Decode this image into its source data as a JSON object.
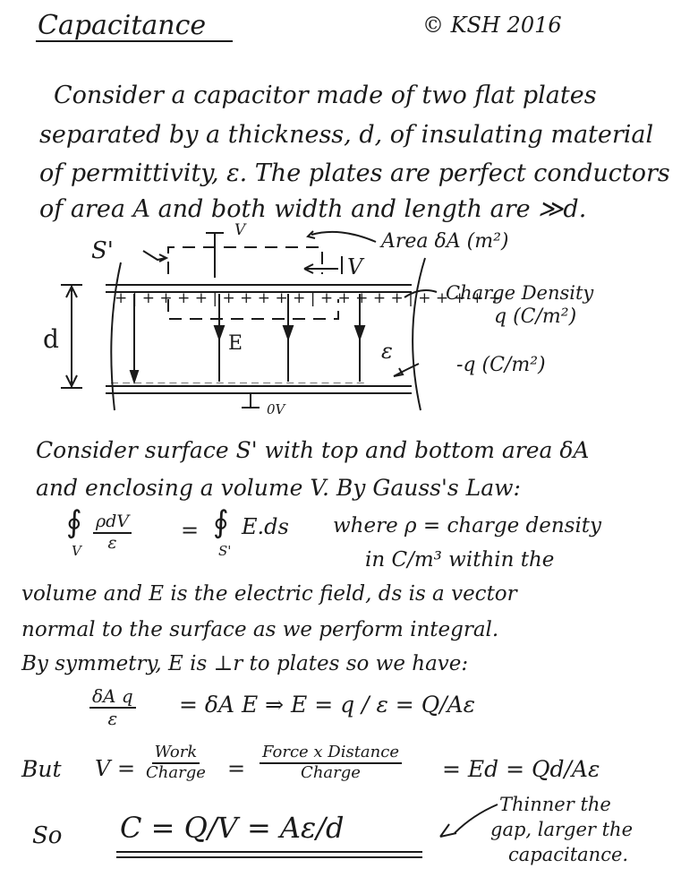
{
  "header": {
    "title": "Capacitance",
    "copyright": "© KSH 2016"
  },
  "intro": {
    "lines": [
      "Consider a capacitor made of two flat plates",
      "separated by a thickness, d, of insulating material",
      "of permittivity, ε. The plates are perfect conductors",
      "of area A and both width and length are ≫d."
    ]
  },
  "diagram": {
    "surface_label": "S'",
    "voltage_top": "V",
    "area_label": "Area δA (m²)",
    "volume_label": "V",
    "charge_density_label": "Charge Density",
    "charge_density_value": "q (C/m²)",
    "gap_label": "d",
    "field_label": "E",
    "permittivity_label": "ε",
    "bottom_charge_label": "-q (C/m²)",
    "bottom_voltage": "0V",
    "plus_signs": "+ | + + + + | + + + + + | + + + + + | + + + + +",
    "minus_signs": "_ _ _ _ _ _ _ _ _ _ _ _ _ _ _ _ _ _ _ _ _ _"
  },
  "gauss": {
    "line1": "Consider surface S' with top and bottom area δA",
    "line2": "and enclosing a volume V. By Gauss's Law:",
    "lhs_num": "ρdV",
    "lhs_den": "ε",
    "oint_sub_v": "V",
    "equals": "=",
    "rhs": "E.ds",
    "oint_sub_s": "S'",
    "where": "where ρ = charge density",
    "where2": "in C/m³ within the",
    "line3": "volume and E is the electric field, ds is a vector",
    "line4": "normal to the surface as we perform integral.",
    "line5": "By symmetry, E is ⊥r to plates so we have:"
  },
  "equations": {
    "eq1_num": "δA q",
    "eq1_den": "ε",
    "eq1_rest": "=  δA E   ⇒   E = q / ε = Q/Aε",
    "but": "But",
    "v_eq": "V =",
    "work": "Work",
    "charge": "Charge",
    "eq_sign": "=",
    "force": "Force x Distance",
    "charge2": "Charge",
    "ed": "= Ed = Qd/Aε",
    "so": "So",
    "final": "C = Q/V = Aε/d",
    "note1": "Thinner the",
    "note2": "gap, larger the",
    "note3": "capacitance."
  }
}
